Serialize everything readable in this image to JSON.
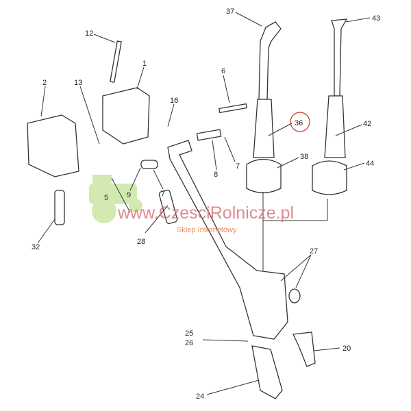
{
  "labels": [
    "37",
    "43",
    "12",
    "1",
    "2",
    "13",
    "6",
    "16",
    "36",
    "42",
    "38",
    "44",
    "8",
    "7",
    "9",
    "7",
    "5",
    "28",
    "32",
    "27",
    "25",
    "26",
    "20",
    "24"
  ],
  "highlighted_label": "36",
  "watermark": {
    "url": "www.CzesciRolnicze.pl",
    "subtitle": "Sklep Internetowy"
  },
  "colors": {
    "watermark": "#d9777b",
    "highlight_circle": "#c0392b",
    "tractor_logo": "#c8e6a0"
  }
}
